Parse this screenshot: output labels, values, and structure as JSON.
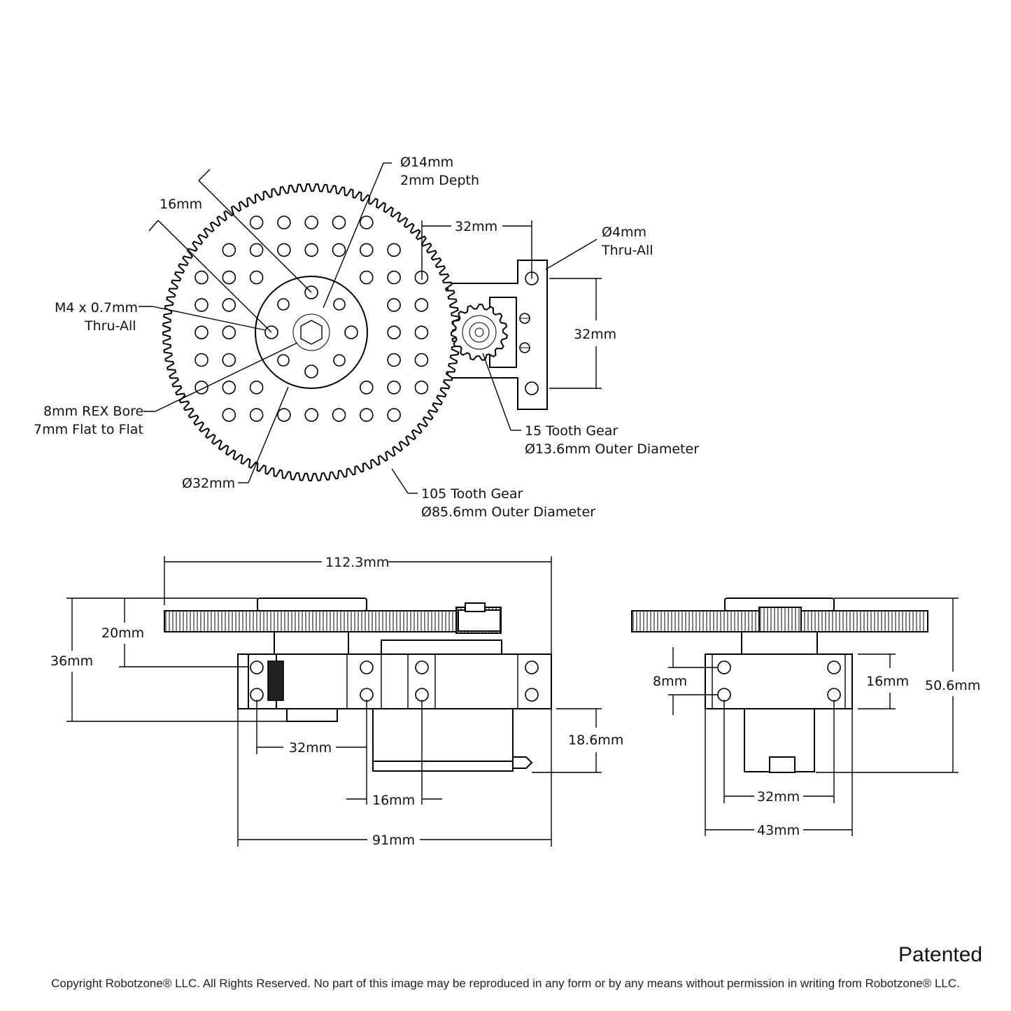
{
  "top_view": {
    "hub_bore": {
      "line1": "Ø14mm",
      "line2": "2mm Depth"
    },
    "hub_pattern": "16mm",
    "servo_offset": "32mm",
    "mount_hole": {
      "line1": "Ø4mm",
      "line2": "Thru-All"
    },
    "mount_spacing": "32mm",
    "tapped_hole": {
      "line1": "M4 x 0.7mm",
      "line2": "Thru-All"
    },
    "rex_bore": {
      "line1": "8mm REX Bore",
      "line2": "7mm Flat to Flat"
    },
    "hub_diameter": "Ø32mm",
    "pinion": {
      "line1": "15 Tooth Gear",
      "line2": "Ø13.6mm Outer Diameter"
    },
    "main_gear": {
      "line1": "105 Tooth Gear",
      "line2": "Ø85.6mm Outer Diameter"
    }
  },
  "side_view": {
    "overall_length": "112.3mm",
    "gear_height": "20mm",
    "overall_height": "36mm",
    "servo_drop": "18.6mm",
    "hole_spacing": "32mm",
    "hole_offset": "16mm",
    "base_length": "91mm"
  },
  "end_view": {
    "hole_vertical": "8mm",
    "plate_height": "16mm",
    "total_height": "50.6mm",
    "hole_spacing": "32mm",
    "width": "43mm"
  },
  "footer": {
    "patented": "Patented",
    "copyright": "Copyright Robotzone® LLC.  All Rights Reserved. No part of this image may be reproduced in any form or by any means without permission in writing from Robotzone® LLC."
  }
}
